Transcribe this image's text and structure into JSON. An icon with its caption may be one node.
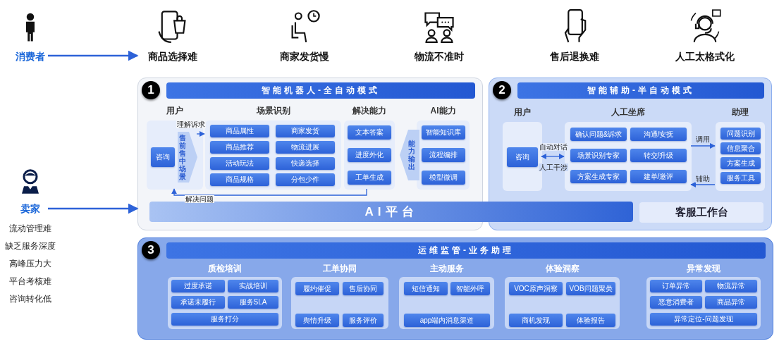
{
  "diagram": {
    "nodes": [
      {
        "text": [
          "消费者"
        ]
      },
      {
        "text": [
          "商品选择难"
        ]
      },
      {
        "text": [
          "商家发货慢"
        ]
      },
      {
        "text": [
          "物流不准时"
        ]
      },
      {
        "text": [
          "售后退换难"
        ]
      },
      {
        "text": [
          "人工太格式化"
        ]
      },
      {
        "text": [
          "卖家"
        ],
        "beside": [
          "流动管理难",
          "缺乏服务深度",
          "高峰压力大",
          "平台考核难",
          "咨询转化低"
        ]
      },
      {
        "text": [
          "1",
          "智能机器人-全自动模式"
        ]
      },
      {
        "text": [
          "用户"
        ],
        "in": 7
      },
      {
        "text": [
          "咨询"
        ],
        "in": 8
      },
      {
        "text": [
          "售前售中场景"
        ],
        "in": 8
      },
      {
        "text": [
          "场景识别"
        ],
        "in": 7
      },
      {
        "text": [
          "商品属性"
        ],
        "in": 11
      },
      {
        "text": [
          "商家发货"
        ],
        "in": 11
      },
      {
        "text": [
          "商品推荐"
        ],
        "in": 11
      },
      {
        "text": [
          "物流进展"
        ],
        "in": 11
      },
      {
        "text": [
          "活动玩法"
        ],
        "in": 11
      },
      {
        "text": [
          "快递选择"
        ],
        "in": 11
      },
      {
        "text": [
          "商品规格"
        ],
        "in": 11
      },
      {
        "text": [
          "分包少件"
        ],
        "in": 11
      },
      {
        "text": [
          "解决能力"
        ],
        "in": 7
      },
      {
        "text": [
          "文本答案"
        ],
        "in": 20
      },
      {
        "text": [
          "进度外化"
        ],
        "in": 20
      },
      {
        "text": [
          "工单生成"
        ],
        "in": 20
      },
      {
        "text": [
          "AI能力"
        ],
        "in": 7
      },
      {
        "text": [
          "能力输出"
        ],
        "in": 7
      },
      {
        "text": [
          "智能知识库"
        ],
        "in": 24
      },
      {
        "text": [
          "流程编排"
        ],
        "in": 24
      },
      {
        "text": [
          "模型微调"
        ],
        "in": 24
      },
      {
        "text": [
          "AI平台"
        ]
      },
      {
        "text": [
          "2",
          "智能辅助-半自动模式"
        ]
      },
      {
        "text": [
          "用户"
        ],
        "in": 30
      },
      {
        "text": [
          "咨询"
        ],
        "in": 31
      },
      {
        "text": [
          "人工坐席"
        ],
        "in": 30
      },
      {
        "text": [
          "确认问题&诉求"
        ],
        "in": 33
      },
      {
        "text": [
          "沟通/安抚"
        ],
        "in": 33
      },
      {
        "text": [
          "场景识别专家"
        ],
        "in": 33
      },
      {
        "text": [
          "转交/升级"
        ],
        "in": 33
      },
      {
        "text": [
          "方案生成专家"
        ],
        "in": 33
      },
      {
        "text": [
          "建单/邀评"
        ],
        "in": 33
      },
      {
        "text": [
          "助理"
        ],
        "in": 30
      },
      {
        "text": [
          "问题识别"
        ],
        "in": 40
      },
      {
        "text": [
          "信息聚合"
        ],
        "in": 40
      },
      {
        "text": [
          "方案生成"
        ],
        "in": 40
      },
      {
        "text": [
          "服务工具"
        ],
        "in": 40
      },
      {
        "text": [
          "客服工作台"
        ],
        "in": 30
      },
      {
        "text": [
          "3",
          "运维监管-业务助理"
        ]
      },
      {
        "text": [
          "质检培训"
        ],
        "in": 46
      },
      {
        "text": [
          "过度承诺"
        ],
        "in": 47
      },
      {
        "text": [
          "实战培训"
        ],
        "in": 47
      },
      {
        "text": [
          "承诺未履行"
        ],
        "in": 47
      },
      {
        "text": [
          "服务SLA"
        ],
        "in": 47
      },
      {
        "text": [
          "服务打分"
        ],
        "in": 47
      },
      {
        "text": [
          "工单协同"
        ],
        "in": 46
      },
      {
        "text": [
          "履约催促"
        ],
        "in": 53
      },
      {
        "text": [
          "售后协同"
        ],
        "in": 53
      },
      {
        "text": [
          "舆情升级"
        ],
        "in": 53
      },
      {
        "text": [
          "服务评价"
        ],
        "in": 53
      },
      {
        "text": [
          "主动服务"
        ],
        "in": 46
      },
      {
        "text": [
          "短信通知"
        ],
        "in": 58
      },
      {
        "text": [
          "智能外呼"
        ],
        "in": 58
      },
      {
        "text": [
          "app端内消息渠道"
        ],
        "in": 58
      },
      {
        "text": [
          "体验洞察"
        ],
        "in": 46
      },
      {
        "text": [
          "VOC原声洞察"
        ],
        "in": 62
      },
      {
        "text": [
          "VOB问题聚类"
        ],
        "in": 62
      },
      {
        "text": [
          "商机发现"
        ],
        "in": 62
      },
      {
        "text": [
          "体验报告"
        ],
        "in": 62
      },
      {
        "text": [
          "异常发现"
        ],
        "in": 46
      },
      {
        "text": [
          "订单异常"
        ],
        "in": 67
      },
      {
        "text": [
          "物流异常"
        ],
        "in": 67
      },
      {
        "text": [
          "恶意消费者"
        ],
        "in": 67
      },
      {
        "text": [
          "商品异常"
        ],
        "in": 67
      },
      {
        "text": [
          "异常定位-问题发现"
        ],
        "in": 67
      }
    ],
    "edges": [
      {
        "from": 0,
        "to": 1,
        "arrow": "to"
      },
      {
        "from": 6,
        "to": 7,
        "arrow": "to"
      },
      {
        "from": 10,
        "to": 11,
        "arrow": "to",
        "label": "理解诉求"
      },
      {
        "from": 20,
        "to": 8,
        "arrow": "to",
        "label": "解决问题"
      },
      {
        "from": 31,
        "to": 33,
        "arrow": "both",
        "label": "自动对话"
      },
      {
        "from": 33,
        "to": 40,
        "arrow": "to",
        "label": "调用"
      },
      {
        "from": 40,
        "to": 33,
        "arrow": "to",
        "label": "辅助"
      }
    ],
    "labels": [
      "人工干涉"
    ]
  }
}
